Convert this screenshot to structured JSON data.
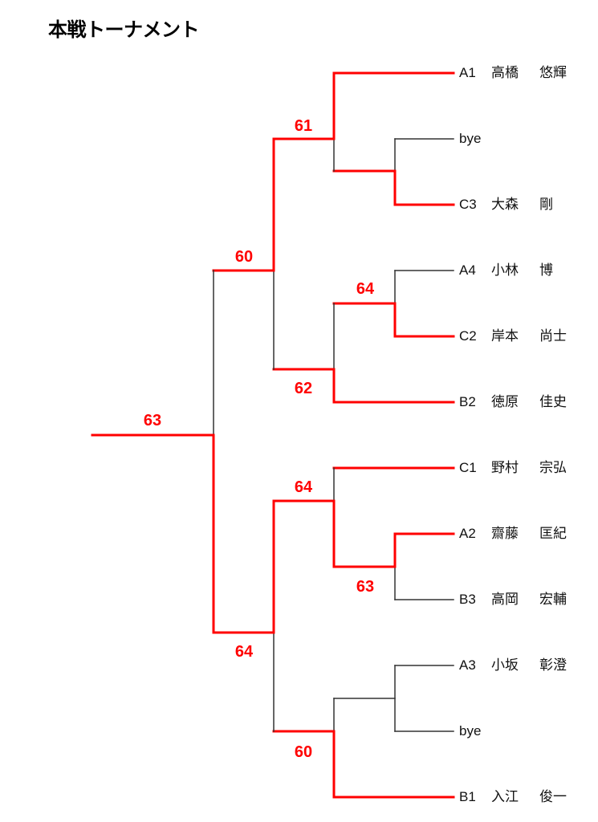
{
  "title": "本戦トーナメント",
  "colors": {
    "win": "#ff0000",
    "line": "#333333",
    "text": "#111111"
  },
  "entries": [
    {
      "code": "A1",
      "surname": "高橋",
      "given": "悠輝"
    },
    {
      "code": "bye",
      "surname": "",
      "given": ""
    },
    {
      "code": "C3",
      "surname": "大森",
      "given": "剛"
    },
    {
      "code": "A4",
      "surname": "小林",
      "given": "博"
    },
    {
      "code": "C2",
      "surname": "岸本",
      "given": "尚士"
    },
    {
      "code": "B2",
      "surname": "徳原",
      "given": "佳史"
    },
    {
      "code": "C1",
      "surname": "野村",
      "given": "宗弘"
    },
    {
      "code": "A2",
      "surname": "齋藤",
      "given": "匡紀"
    },
    {
      "code": "B3",
      "surname": "高岡",
      "given": "宏輔"
    },
    {
      "code": "A3",
      "surname": "小坂",
      "given": "彰澄"
    },
    {
      "code": "bye",
      "surname": "",
      "given": ""
    },
    {
      "code": "B1",
      "surname": "入江",
      "given": "俊一"
    }
  ],
  "scores": {
    "r1_top": "61",
    "r1_a4c2": "64",
    "r1_b2": "62",
    "semi_top": "60",
    "final": "63",
    "r1_c1": "64",
    "r1_a2b3": "63",
    "semi_bottom": "64",
    "r1_b1": "60"
  }
}
